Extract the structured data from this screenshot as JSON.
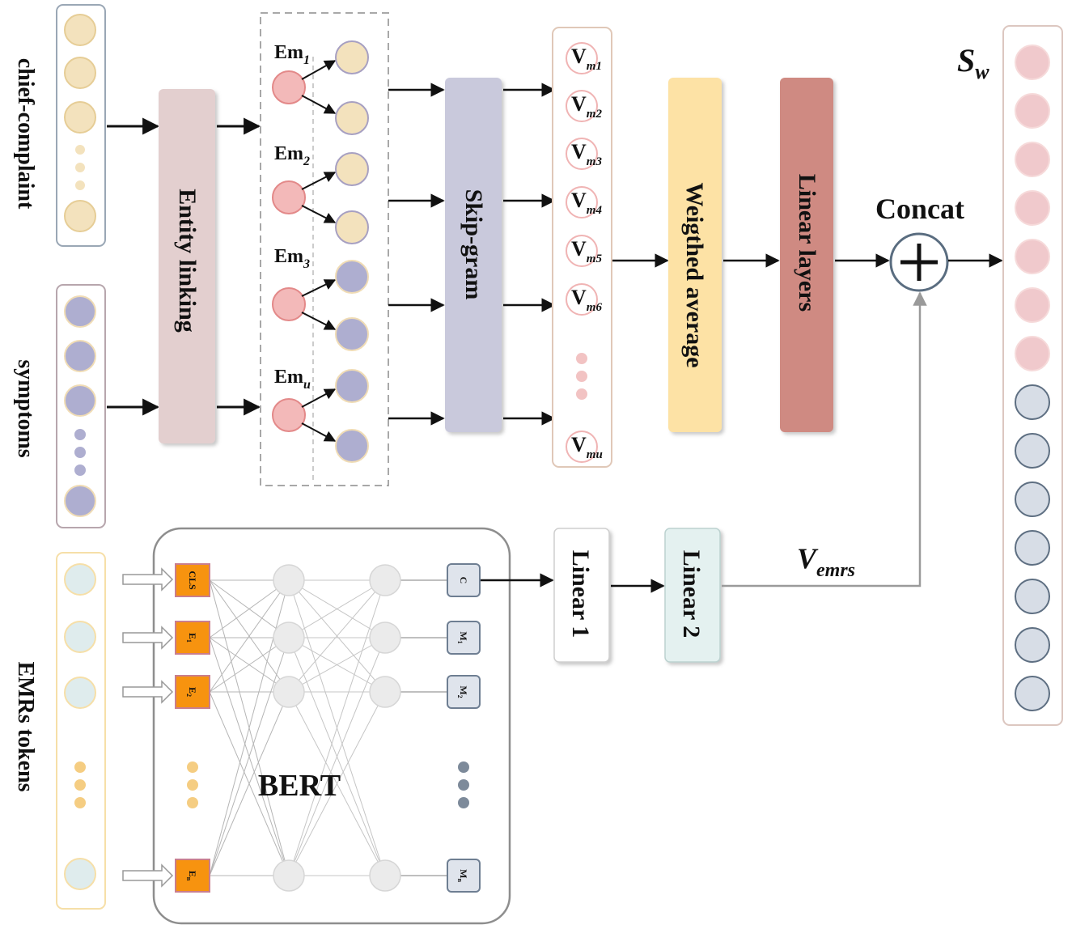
{
  "inputs": {
    "chief_complaint": "chief-complaint",
    "symptoms": "symptoms",
    "emrs_tokens": "EMRs tokens"
  },
  "blocks": {
    "entity_linking": "Entity linking",
    "skip_gram": "Skip-gram",
    "weighted_average": "Weigthed average",
    "linear_layers": "Linear layers",
    "linear1": "Linear 1",
    "linear2": "Linear 2",
    "bert": "BERT",
    "concat": "Concat"
  },
  "entities": [
    {
      "base": "Em",
      "sub": "1"
    },
    {
      "base": "Em",
      "sub": "2"
    },
    {
      "base": "Em",
      "sub": "3"
    },
    {
      "base": "Em",
      "sub": "u"
    }
  ],
  "vectors": [
    {
      "base": "V",
      "sub": "m1"
    },
    {
      "base": "V",
      "sub": "m2"
    },
    {
      "base": "V",
      "sub": "m3"
    },
    {
      "base": "V",
      "sub": "m4"
    },
    {
      "base": "V",
      "sub": "m5"
    },
    {
      "base": "V",
      "sub": "m6"
    },
    {
      "base": "V",
      "sub": "mu"
    }
  ],
  "bert_inputs": [
    {
      "base": "CLS",
      "sub": ""
    },
    {
      "base": "E",
      "sub": "1"
    },
    {
      "base": "E",
      "sub": "2"
    },
    {
      "base": "E",
      "sub": "n"
    }
  ],
  "bert_outputs": [
    {
      "base": "C",
      "sub": ""
    },
    {
      "base": "M",
      "sub": "1"
    },
    {
      "base": "M",
      "sub": "2"
    },
    {
      "base": "M",
      "sub": "n"
    }
  ],
  "output": {
    "base": "S",
    "sub": "w"
  },
  "emrs_vector": {
    "base": "V",
    "sub": "emrs"
  },
  "colors": {
    "complaint_fill": "#f3e2bd",
    "symptom_fill": "#aeaed0",
    "entity_fill": "#f3b9b9",
    "entity_linking": "#e3cfcf",
    "skip_gram": "#c9c9dc",
    "weighted_average": "#fde2a5",
    "linear_layers": "#cf8a82",
    "linear2": "#e4f1f0",
    "token_orange": "#f7930f",
    "out_pink": "#f0c9cc",
    "out_grey": "#d7dde6"
  }
}
